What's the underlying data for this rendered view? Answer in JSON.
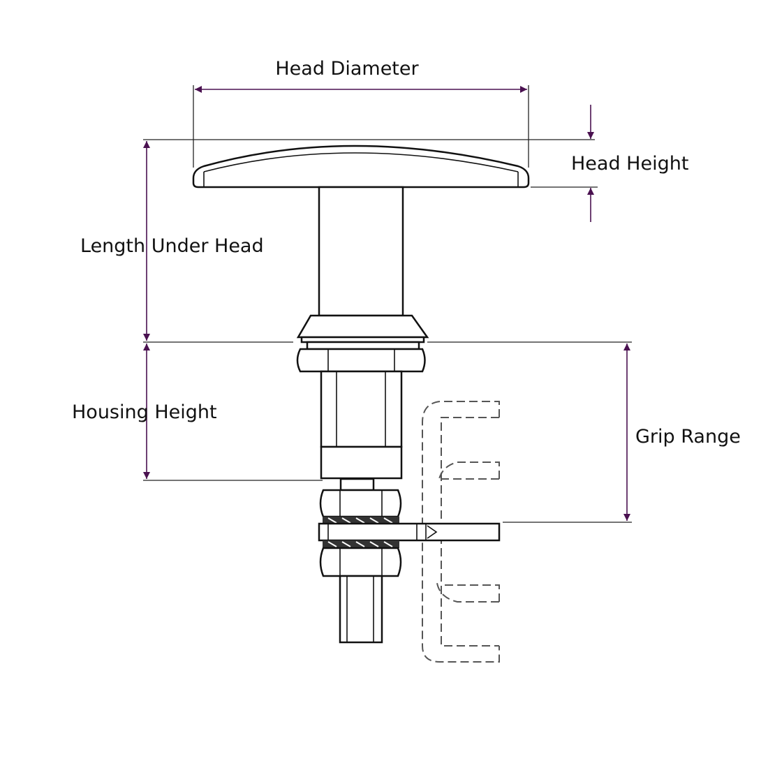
{
  "labels": {
    "head_diameter": "Head Diameter",
    "head_height": "Head Height",
    "length_under_head": "Length Under Head",
    "housing_height": "Housing Height",
    "grip_range": "Grip Range"
  },
  "colors": {
    "dimension": "#4a1150",
    "outline": "#111111"
  }
}
